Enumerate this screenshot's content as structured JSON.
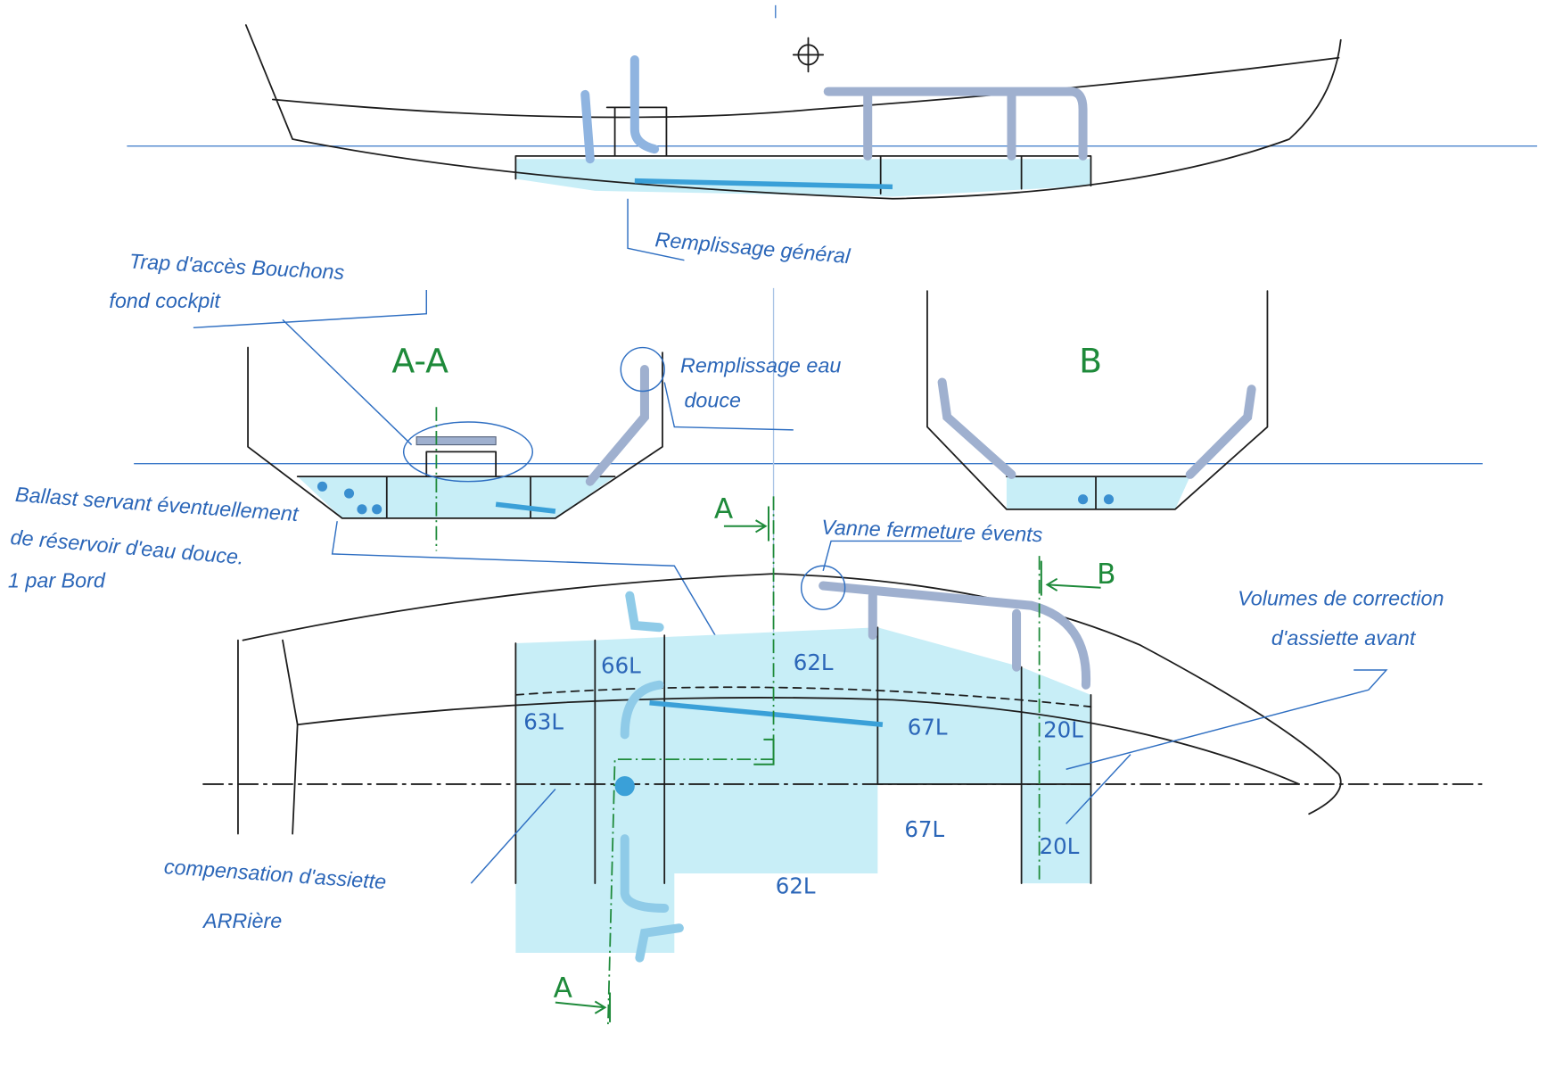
{
  "title": "Ballast layout sketch",
  "labels": {
    "remplissage_general": "Remplissage général",
    "trap_line1": "Trap d'accès Bouchons",
    "trap_line2": "fond cockpit",
    "section_aa": "A-A",
    "section_b": "B",
    "remplissage_eau_line1": "Remplissage eau",
    "remplissage_eau_line2": "douce",
    "ballast_line1": "Ballast servant éventuellement",
    "ballast_line2": "de réservoir d'eau douce.",
    "ballast_line3": "1 par Bord",
    "vanne": "Vanne fermeture évents",
    "volumes_line1": "Volumes de correction",
    "volumes_line2": "d'assiette avant",
    "compensation_line1": "compensation d'assiette",
    "compensation_line2": "ARRière",
    "cut_a_top": "A",
    "cut_a_bottom": "A",
    "cut_b": "B"
  },
  "volumes": {
    "v66": "66L",
    "v62_top": "62L",
    "v63": "63L",
    "v67_top": "67L",
    "v20_top": "20L",
    "v67_bottom": "67L",
    "v20_bottom": "20L",
    "v62_bottom": "62L"
  },
  "colors": {
    "ink": "#1d1d1d",
    "annotation": "#2b66b8",
    "section": "#1e8a3a",
    "water": "#c8eef7"
  }
}
